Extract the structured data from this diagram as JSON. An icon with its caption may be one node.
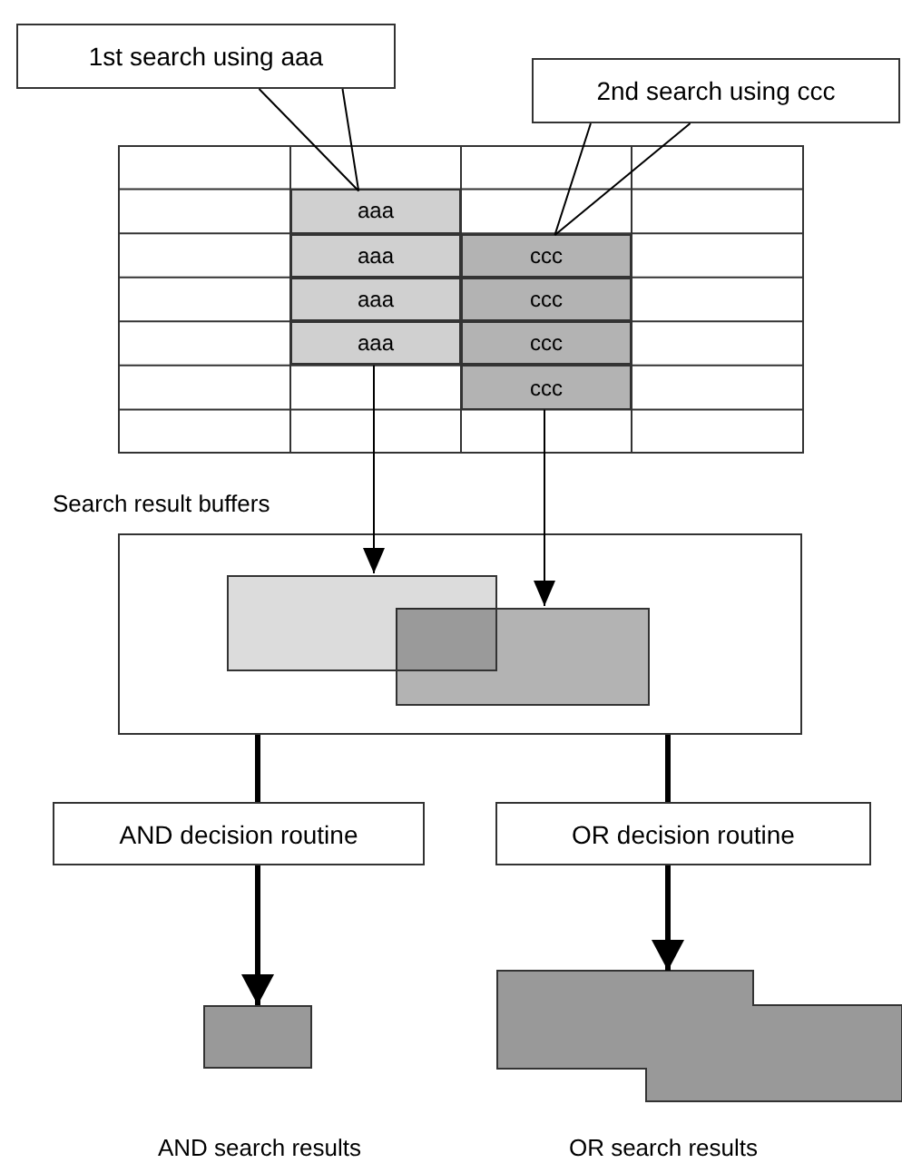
{
  "diagram": {
    "nodes": [
      {
        "text": [
          "1st search using aaa"
        ]
      },
      {
        "text": [
          "2nd search using ccc"
        ]
      },
      {
        "text": [],
        "shape": "box"
      },
      {
        "text": [
          "aaa"
        ],
        "in": 2
      },
      {
        "text": [
          "aaa"
        ],
        "in": 2
      },
      {
        "text": [
          "aaa"
        ],
        "in": 2
      },
      {
        "text": [
          "aaa"
        ],
        "in": 2
      },
      {
        "text": [
          "ccc"
        ],
        "in": 2
      },
      {
        "text": [
          "ccc"
        ],
        "in": 2
      },
      {
        "text": [
          "ccc"
        ],
        "in": 2
      },
      {
        "text": [
          "ccc"
        ],
        "in": 2
      },
      {
        "text": [
          "Search result buffers"
        ]
      },
      {
        "text": [],
        "shape": "box",
        "in": 11
      },
      {
        "text": [],
        "shape": "box",
        "in": 11
      },
      {
        "text": [
          "AND decision routine"
        ]
      },
      {
        "text": [
          "OR decision routine"
        ]
      },
      {
        "text": [],
        "shape": "box",
        "beside": [
          "AND search results"
        ]
      },
      {
        "text": [],
        "shape": "polygon",
        "beside": [
          "OR search results"
        ]
      }
    ],
    "edges": [
      {
        "from": 0,
        "to": 3,
        "arrow": "none"
      },
      {
        "from": 1,
        "to": 7,
        "arrow": "none"
      },
      {
        "from": 6,
        "to": 12,
        "arrow": "to"
      },
      {
        "from": 10,
        "to": 13,
        "arrow": "to"
      },
      {
        "from": 11,
        "to": 14,
        "arrow": "none",
        "style": "thick"
      },
      {
        "from": 11,
        "to": 15,
        "arrow": "none",
        "style": "thick"
      },
      {
        "from": 14,
        "to": 16,
        "arrow": "to",
        "style": "thick"
      },
      {
        "from": 15,
        "to": 17,
        "arrow": "to",
        "style": "thick"
      }
    ]
  }
}
